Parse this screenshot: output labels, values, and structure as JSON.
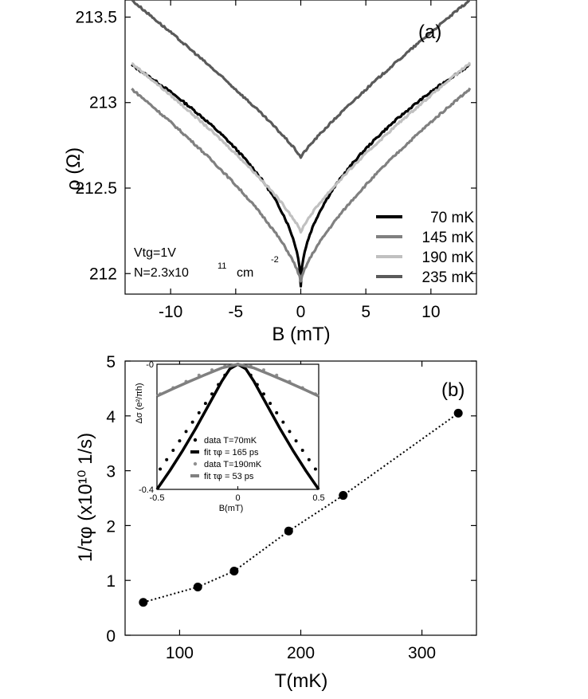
{
  "chart_data": [
    {
      "type": "line",
      "panel_label": "(a)",
      "xlabel": "B (mT)",
      "ylabel": "ρ (Ω)",
      "xlim": [
        -13.5,
        13.5
      ],
      "ylim": [
        211.88,
        213.6
      ],
      "xticks": [
        "-10",
        "-5",
        "0",
        "5",
        "10"
      ],
      "yticks": [
        "212",
        "212.5",
        "213",
        "213.5"
      ],
      "annotation_lines": [
        "Vtg=1V",
        "N=2.3x10",
        "11",
        "cm",
        "-2"
      ],
      "legend_position": "bottom-right",
      "series": [
        {
          "name": "70 mK",
          "color": "#000000",
          "min": 211.93,
          "end_left": 213.22,
          "end_right": 213.22,
          "curvature": 0.5
        },
        {
          "name": "145 mK",
          "color": "#808080",
          "min": 211.95,
          "end_left": 213.08,
          "end_right": 213.08,
          "curvature": 0.72
        },
        {
          "name": "190 mK",
          "color": "#c0c0c0",
          "min": 212.24,
          "end_left": 213.23,
          "end_right": 213.23,
          "curvature": 0.8
        },
        {
          "name": "235 mK",
          "color": "#5a5a5a",
          "min": 212.68,
          "end_left": 213.6,
          "end_right": 213.6,
          "curvature": 0.88
        }
      ]
    },
    {
      "type": "scatter",
      "panel_label": "(b)",
      "xlabel": "T(mK)",
      "ylabel": "1/τφ (x10¹⁰ 1/s)",
      "xlim": [
        55,
        345
      ],
      "ylim": [
        0,
        5
      ],
      "xticks": [
        "100",
        "200",
        "300"
      ],
      "yticks": [
        "0",
        "1",
        "2",
        "3",
        "4",
        "5"
      ],
      "x": [
        70,
        115,
        145,
        190,
        235,
        330
      ],
      "y": [
        0.6,
        0.88,
        1.17,
        1.9,
        2.55,
        4.05
      ]
    },
    {
      "type": "line",
      "panel_label": "inset",
      "xlabel": "B(mT)",
      "ylabel": "Δσ (e²/πh)",
      "xlim": [
        -0.5,
        0.5
      ],
      "ylim": [
        -0.4,
        0
      ],
      "xticks": [
        "-0.5",
        "0",
        "0.5"
      ],
      "yticks": [
        "-0",
        "-0.4"
      ],
      "series": [
        {
          "name": "data T=70mK",
          "style": "dots",
          "color": "#000000",
          "x": [
            -0.48,
            -0.44,
            -0.4,
            -0.36,
            -0.32,
            -0.28,
            -0.24,
            -0.2,
            -0.16,
            -0.12,
            -0.08,
            -0.04,
            0,
            0.04,
            0.08,
            0.12,
            0.16,
            0.2,
            0.24,
            0.28,
            0.32,
            0.36,
            0.4,
            0.44,
            0.48
          ],
          "y": [
            -0.335,
            -0.305,
            -0.275,
            -0.245,
            -0.215,
            -0.185,
            -0.155,
            -0.125,
            -0.095,
            -0.065,
            -0.035,
            -0.01,
            0,
            -0.01,
            -0.035,
            -0.065,
            -0.095,
            -0.125,
            -0.155,
            -0.185,
            -0.215,
            -0.245,
            -0.275,
            -0.305,
            -0.335
          ]
        },
        {
          "name": "fit τφ = 165 ps",
          "style": "thick-line",
          "color": "#000000",
          "x": [
            -0.5,
            -0.42,
            -0.34,
            -0.26,
            -0.18,
            -0.1,
            -0.05,
            0,
            0.05,
            0.1,
            0.18,
            0.26,
            0.34,
            0.42,
            0.5
          ],
          "y": [
            -0.4,
            -0.34,
            -0.275,
            -0.205,
            -0.13,
            -0.055,
            -0.015,
            0,
            -0.015,
            -0.055,
            -0.13,
            -0.205,
            -0.275,
            -0.34,
            -0.4
          ]
        },
        {
          "name": "data T=190mK",
          "style": "dots",
          "color": "#909090",
          "x": [
            -0.48,
            -0.4,
            -0.32,
            -0.24,
            -0.16,
            -0.08,
            0,
            0.08,
            0.16,
            0.24,
            0.32,
            0.4,
            0.48
          ],
          "y": [
            -0.095,
            -0.075,
            -0.055,
            -0.035,
            -0.018,
            -0.006,
            0,
            -0.006,
            -0.018,
            -0.035,
            -0.055,
            -0.075,
            -0.095
          ]
        },
        {
          "name": "fit τφ = 53 ps",
          "style": "thick-line",
          "color": "#808080",
          "x": [
            -0.5,
            -0.4,
            -0.3,
            -0.2,
            -0.1,
            0,
            0.1,
            0.2,
            0.3,
            0.4,
            0.5
          ],
          "y": [
            -0.102,
            -0.078,
            -0.055,
            -0.033,
            -0.012,
            0,
            -0.012,
            -0.033,
            -0.055,
            -0.078,
            -0.102
          ]
        }
      ]
    }
  ]
}
